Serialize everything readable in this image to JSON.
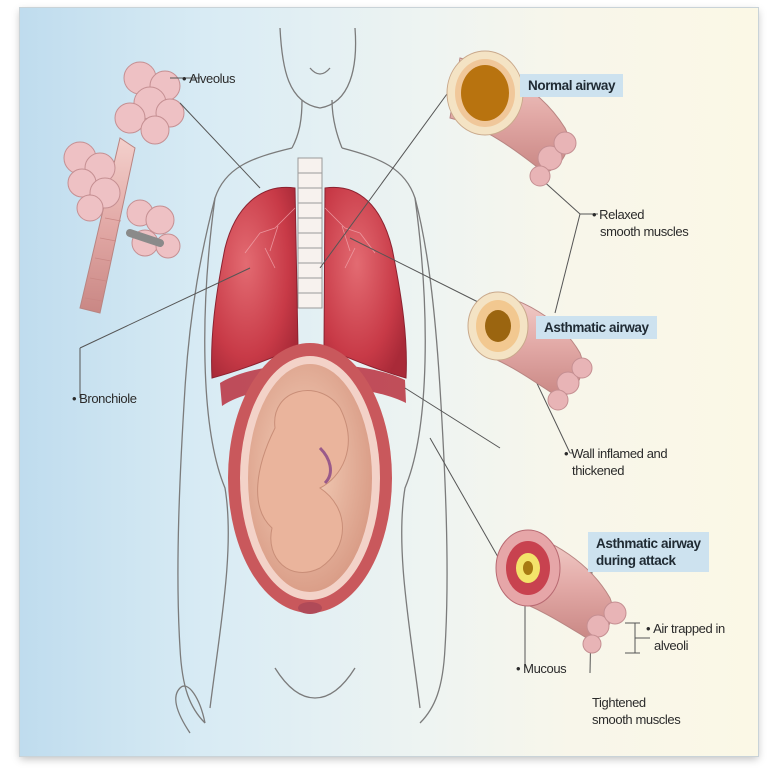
{
  "labels": {
    "alveolus": "Alveolus",
    "bronchiole": "Bronchiole",
    "relaxed_muscles": [
      "Relaxed",
      "smooth muscles"
    ],
    "wall_inflamed": [
      "Wall inflamed and",
      "thickened"
    ],
    "air_trapped": [
      "Air trapped in",
      "alveoli"
    ],
    "mucous": "Mucous",
    "tightened_muscles": [
      "Tightened",
      "smooth muscles"
    ]
  },
  "boxes": {
    "normal": "Normal airway",
    "asthmatic": "Asthmatic airway",
    "attack": [
      "Asthmatic airway",
      "during attack"
    ]
  },
  "colors": {
    "lung": "#d84a55",
    "airway": "#e8b8b4",
    "lumen": "#b8730f",
    "box_bg": "#cde2ef",
    "skin": "#f2c1a4"
  }
}
